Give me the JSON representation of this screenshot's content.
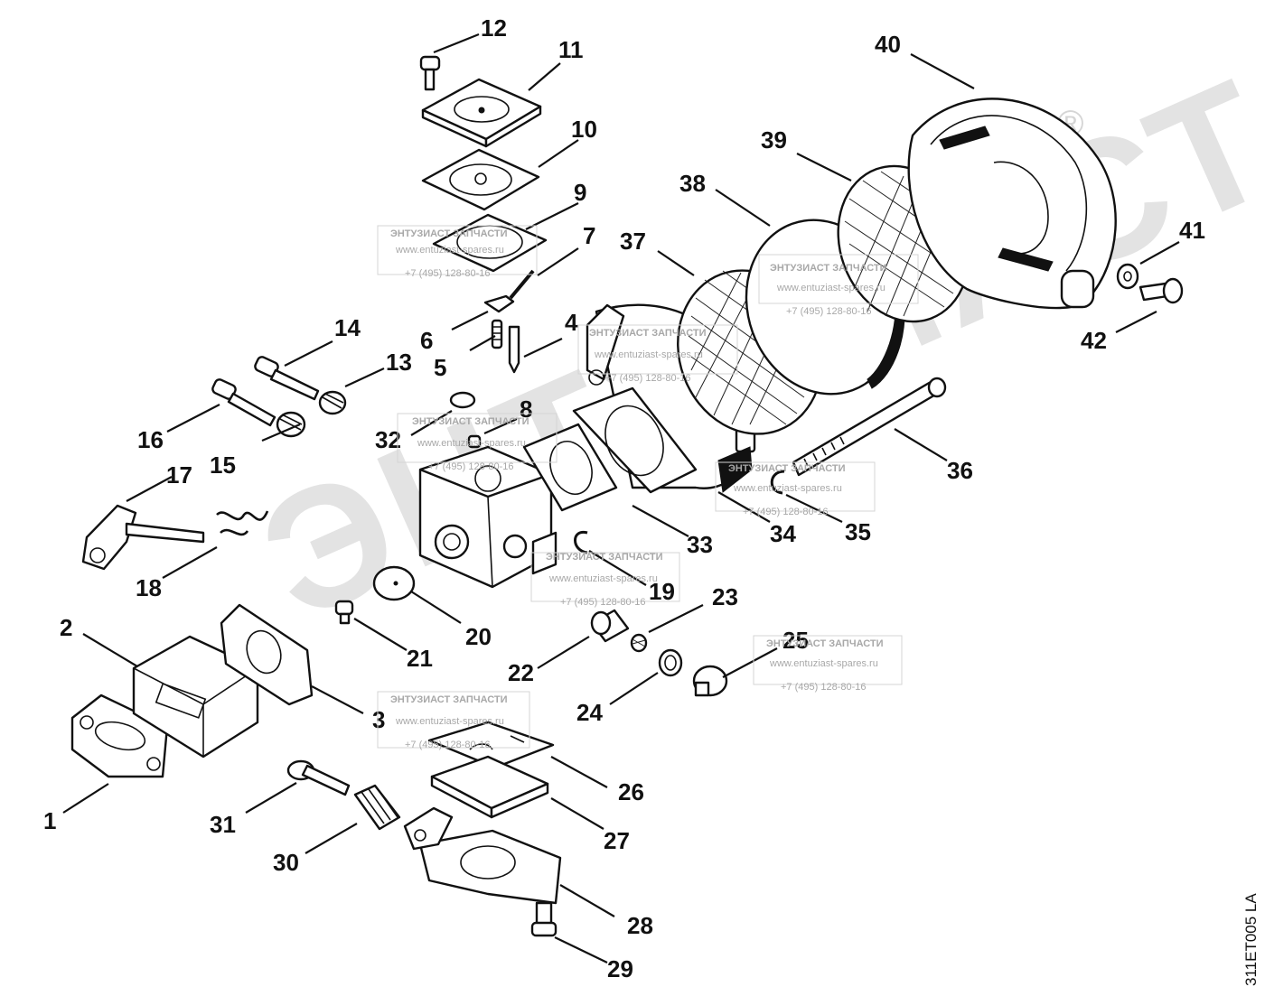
{
  "callouts": [
    {
      "id": "1",
      "label": "1"
    },
    {
      "id": "2",
      "label": "2"
    },
    {
      "id": "3",
      "label": "3"
    },
    {
      "id": "4",
      "label": "4"
    },
    {
      "id": "5",
      "label": "5"
    },
    {
      "id": "6",
      "label": "6"
    },
    {
      "id": "7",
      "label": "7"
    },
    {
      "id": "8",
      "label": "8"
    },
    {
      "id": "9",
      "label": "9"
    },
    {
      "id": "10",
      "label": "10"
    },
    {
      "id": "11",
      "label": "11"
    },
    {
      "id": "12",
      "label": "12"
    },
    {
      "id": "13",
      "label": "13"
    },
    {
      "id": "14",
      "label": "14"
    },
    {
      "id": "15",
      "label": "15"
    },
    {
      "id": "16",
      "label": "16"
    },
    {
      "id": "17",
      "label": "17"
    },
    {
      "id": "18",
      "label": "18"
    },
    {
      "id": "19",
      "label": "19"
    },
    {
      "id": "20",
      "label": "20"
    },
    {
      "id": "21",
      "label": "21"
    },
    {
      "id": "22",
      "label": "22"
    },
    {
      "id": "23",
      "label": "23"
    },
    {
      "id": "24",
      "label": "24"
    },
    {
      "id": "25",
      "label": "25"
    },
    {
      "id": "26",
      "label": "26"
    },
    {
      "id": "27",
      "label": "27"
    },
    {
      "id": "28",
      "label": "28"
    },
    {
      "id": "29",
      "label": "29"
    },
    {
      "id": "30",
      "label": "30"
    },
    {
      "id": "31",
      "label": "31"
    },
    {
      "id": "32",
      "label": "32"
    },
    {
      "id": "33",
      "label": "33"
    },
    {
      "id": "34",
      "label": "34"
    },
    {
      "id": "35",
      "label": "35"
    },
    {
      "id": "36",
      "label": "36"
    },
    {
      "id": "37",
      "label": "37"
    },
    {
      "id": "38",
      "label": "38"
    },
    {
      "id": "39",
      "label": "39"
    },
    {
      "id": "40",
      "label": "40"
    },
    {
      "id": "41",
      "label": "41"
    },
    {
      "id": "42",
      "label": "42"
    }
  ],
  "watermark": {
    "company": "ЭНТУЗИАСТ ЗАПЧАСТИ",
    "website": "www.entuziast-spares.ru",
    "phone": "+7 (495) 128-80-16",
    "big_text": "ЭНТУЗИАСТ"
  },
  "drawing_reference": "311ET005 LA",
  "colors": {
    "line": "#111111",
    "watermark": "#c8c8c8",
    "background": "#ffffff"
  }
}
